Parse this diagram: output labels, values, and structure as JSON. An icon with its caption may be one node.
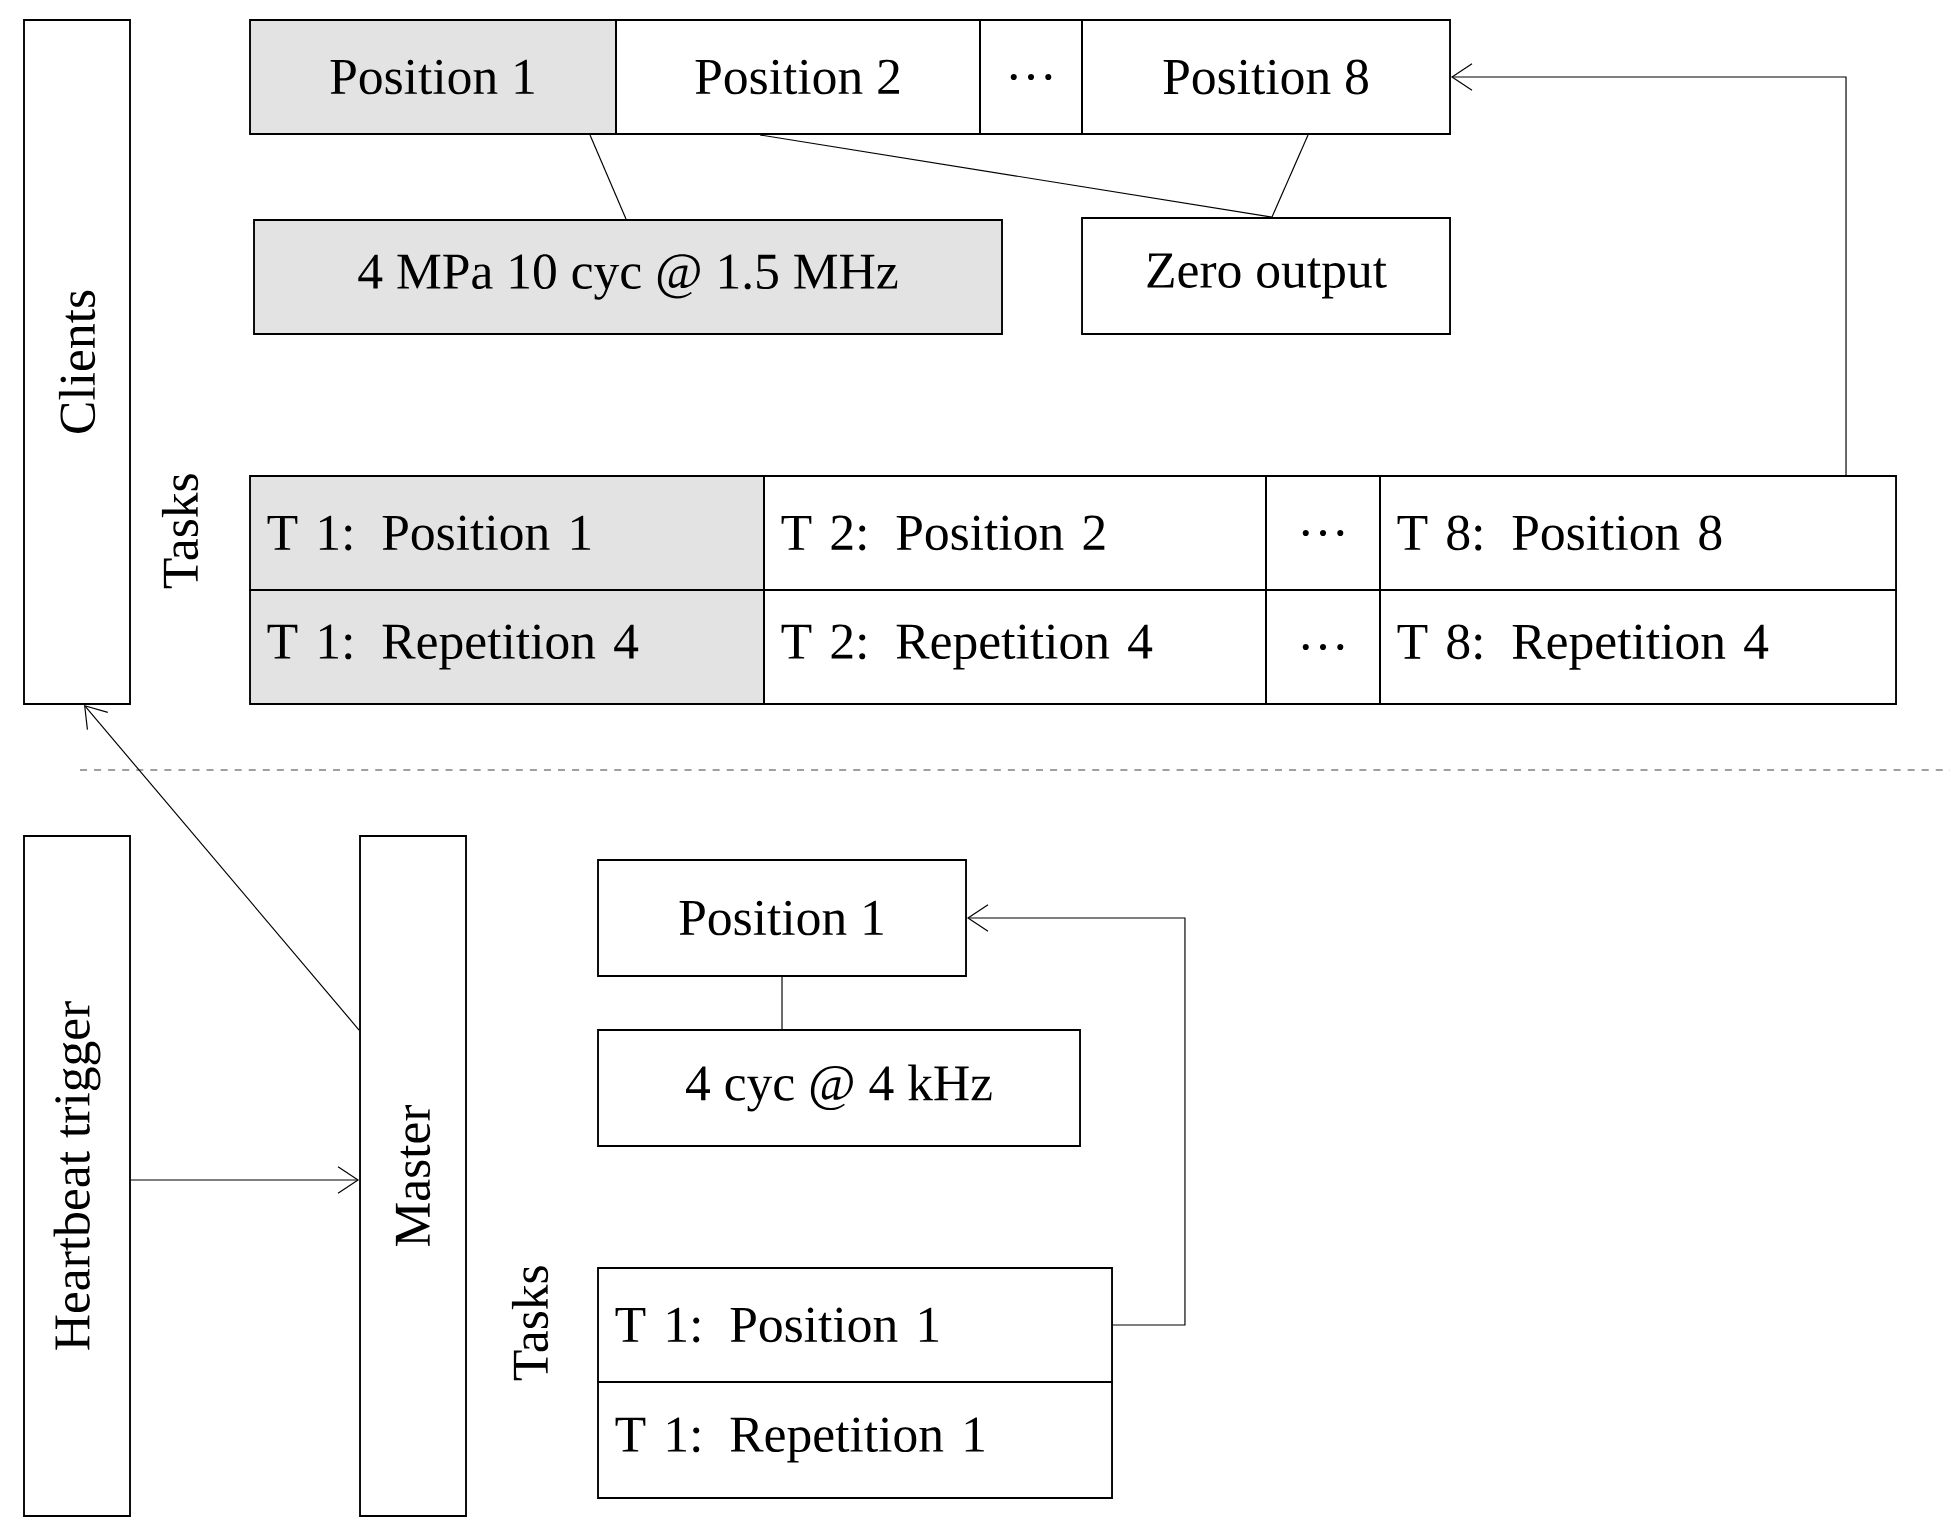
{
  "diagram": {
    "nodes": [
      {
        "text": [
          "Clients"
        ]
      },
      {
        "text": [
          "Position 1"
        ]
      },
      {
        "text": [
          "Position 2"
        ]
      },
      {
        "text": [
          "…"
        ]
      },
      {
        "text": [
          "Position 8"
        ]
      },
      {
        "text": [
          "4 MPa 10 cyc @ 1.5 MHz"
        ]
      },
      {
        "text": [
          "Zero output"
        ]
      },
      {
        "text": [
          "T 1: Position 1"
        ]
      },
      {
        "text": [
          "T 2: Position 2"
        ]
      },
      {
        "text": [
          "…"
        ]
      },
      {
        "text": [
          "T 8: Position 8"
        ]
      },
      {
        "text": [
          "T 1: Repetition 4"
        ]
      },
      {
        "text": [
          "T 2: Repetition 4"
        ]
      },
      {
        "text": [
          "…"
        ]
      },
      {
        "text": [
          "T 8: Repetition 4"
        ]
      },
      {
        "text": [
          "Heartbeat trigger"
        ]
      },
      {
        "text": [
          "Master"
        ]
      },
      {
        "text": [
          "Position 1"
        ]
      },
      {
        "text": [
          "4 cyc @ 4 kHz"
        ]
      },
      {
        "text": [
          "T 1: Position 1"
        ]
      },
      {
        "text": [
          "T 1: Repetition 1"
        ]
      }
    ],
    "edges": [
      {
        "from": 1,
        "to": 5,
        "arrow": "none"
      },
      {
        "from": 2,
        "to": 6,
        "arrow": "none"
      },
      {
        "from": 4,
        "to": 6,
        "arrow": "none"
      },
      {
        "from": 10,
        "to": 4,
        "arrow": "to"
      },
      {
        "from": 15,
        "to": 16,
        "arrow": "to"
      },
      {
        "from": 16,
        "to": 0,
        "arrow": "to"
      },
      {
        "from": 17,
        "to": 18,
        "arrow": "none"
      },
      {
        "from": 19,
        "to": 17,
        "arrow": "to"
      }
    ],
    "labels": [
      "Tasks",
      "Tasks"
    ]
  }
}
